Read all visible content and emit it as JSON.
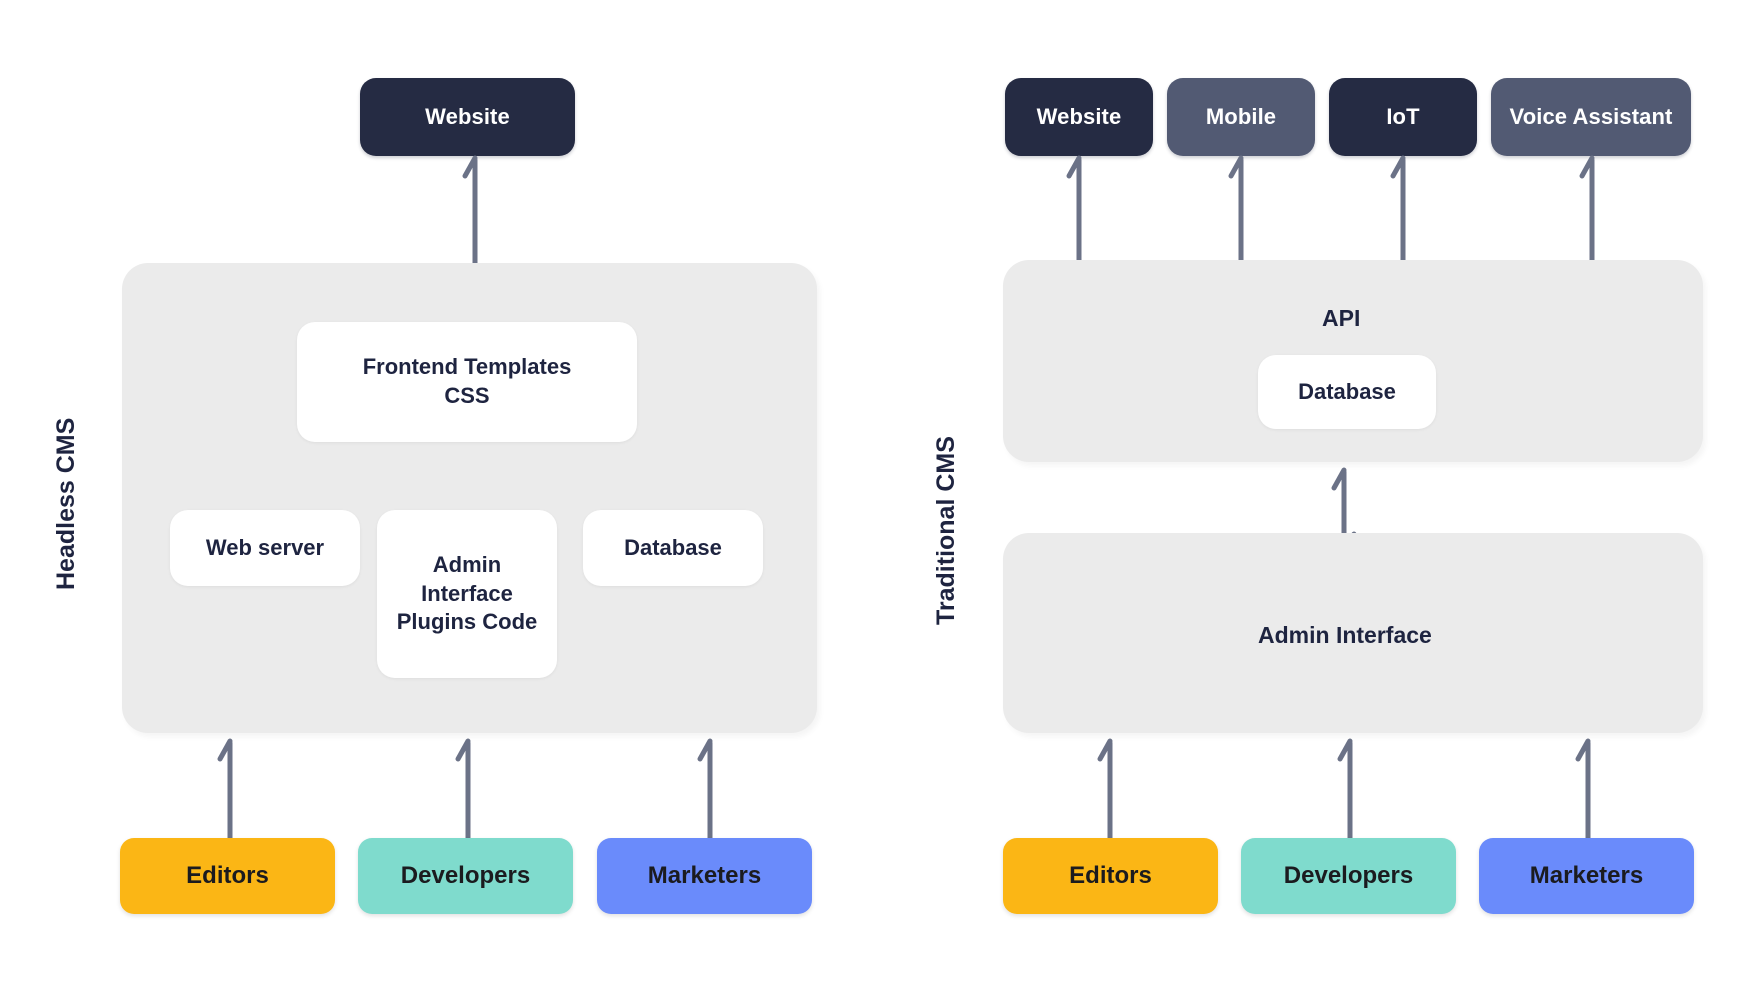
{
  "diagram": {
    "title_left": "Headless CMS",
    "title_right": "Traditional CMS"
  },
  "colors": {
    "dark_navy": "#252B43",
    "slate": "#525A73",
    "panel_grey": "#ebebeb",
    "white_card": "#ffffff",
    "connector": "#6b7287",
    "editors": "#FBB615",
    "developers": "#7FDBCD",
    "marketers": "#6A8BFB",
    "text_dark": "#1e2440"
  },
  "left": {
    "caption": "Headless CMS",
    "channels": [
      {
        "label": "Website",
        "style": "dark"
      }
    ],
    "cards": [
      {
        "label": "Frontend Templates\nCSS",
        "line1": "Frontend Templates",
        "line2": "CSS"
      },
      {
        "label": "Web server"
      },
      {
        "label": "Admin\nInterface\nPlugins Code",
        "line1": "Admin",
        "line2": "Interface",
        "line3": "Plugins Code"
      },
      {
        "label": "Database"
      }
    ],
    "personas": [
      {
        "label": "Editors",
        "color": "#FBB615"
      },
      {
        "label": "Developers",
        "color": "#7FDBCD"
      },
      {
        "label": "Marketers",
        "color": "#6A8BFB"
      }
    ]
  },
  "right": {
    "caption": "Traditional CMS",
    "channels": [
      {
        "label": "Website",
        "style": "dark"
      },
      {
        "label": "Mobile",
        "style": "slate"
      },
      {
        "label": "IoT",
        "style": "dark"
      },
      {
        "label": "Voice Assistant",
        "style": "slate"
      }
    ],
    "api_panel": {
      "label": "API",
      "database_card": "Database"
    },
    "admin_panel": {
      "label": "Admin Interface"
    },
    "personas": [
      {
        "label": "Editors",
        "color": "#FBB615"
      },
      {
        "label": "Developers",
        "color": "#7FDBCD"
      },
      {
        "label": "Marketers",
        "color": "#6A8BFB"
      }
    ]
  }
}
